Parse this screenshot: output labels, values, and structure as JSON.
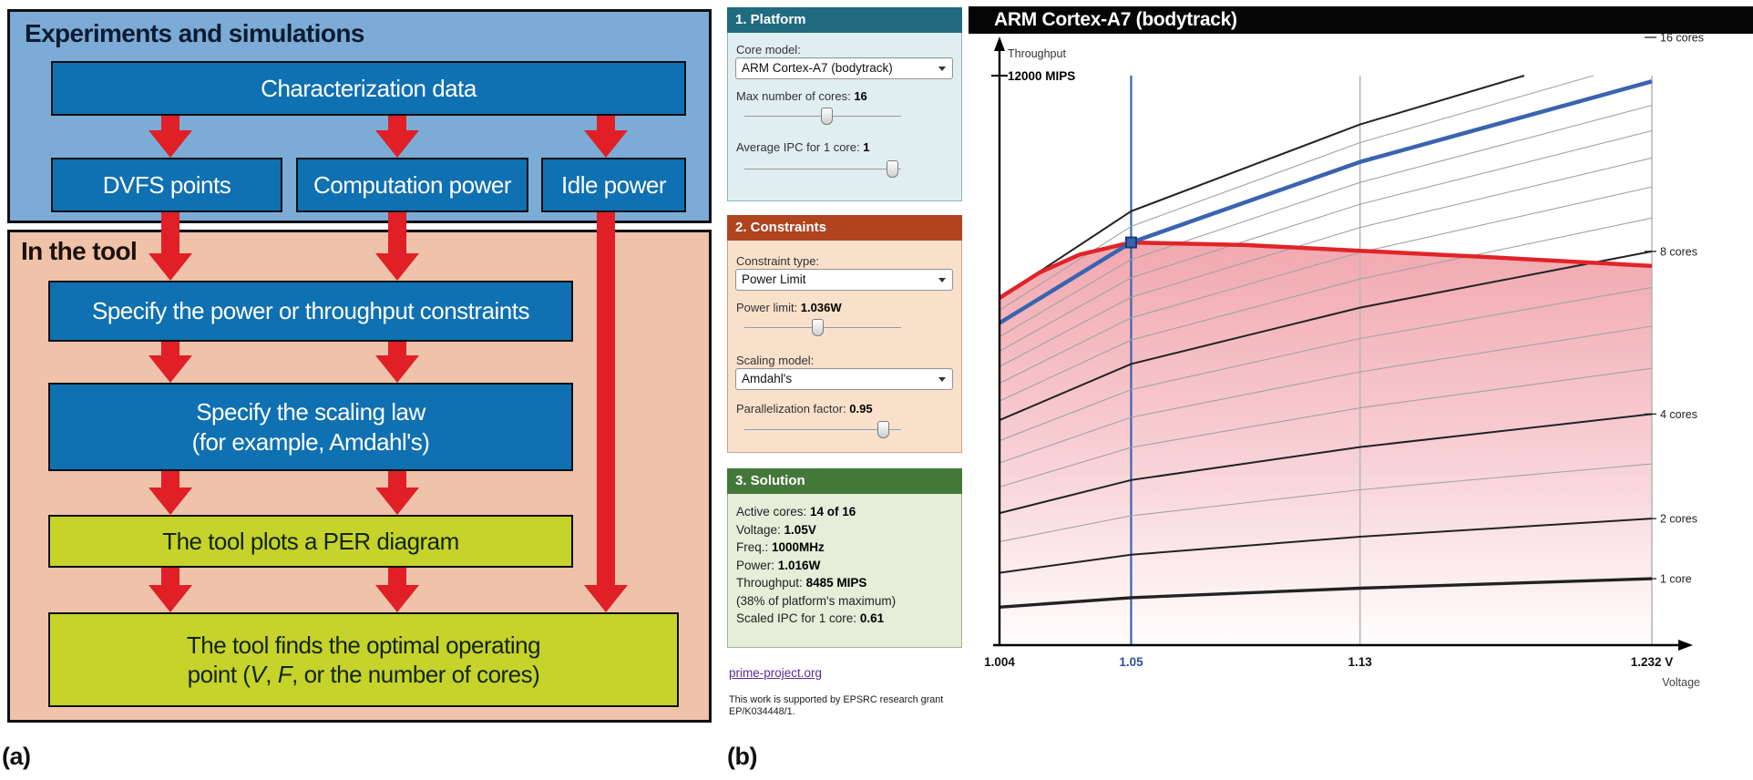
{
  "figure": {
    "label_a": "(a)",
    "label_b": "(b)"
  },
  "flowchart": {
    "experiments_title": "Experiments and simulations",
    "characterization_box": "Characterization data",
    "row_boxes": [
      "DVFS points",
      "Computation power",
      "Idle power"
    ],
    "tool_title": "In the tool",
    "constraints_box": "Specify the power or throughput constraints",
    "scaling_box_line1": "Specify the scaling law",
    "scaling_box_line2": "(for example, Amdahl's)",
    "per_box": "The tool plots a PER diagram",
    "optimal_box_line1": "The tool finds the optimal operating",
    "optimal_line2": {
      "a": "point (",
      "b": "V",
      "c": ", ",
      "d": "F",
      "e": ", or the number of cores)"
    }
  },
  "platform_panel": {
    "title": "1. Platform",
    "core_model_label": "Core model:",
    "core_model_value": "ARM Cortex-A7 (bodytrack)",
    "max_cores_label": "Max number of cores: ",
    "max_cores_value": "16",
    "ipc_label": "Average IPC for 1 core: ",
    "ipc_value": "1"
  },
  "constraints_panel": {
    "title": "2. Constraints",
    "constraint_type_label": "Constraint type:",
    "constraint_type_value": "Power Limit",
    "power_limit_label": "Power limit: ",
    "power_limit_value": "1.036W",
    "scaling_model_label": "Scaling model:",
    "scaling_model_value": "Amdahl's",
    "parallelization_label": "Parallelization factor: ",
    "parallelization_value": "0.95"
  },
  "solution_panel": {
    "title": "3. Solution",
    "lines": [
      {
        "label": "Active cores: ",
        "value": "14 of 16"
      },
      {
        "label": "Voltage: ",
        "value": "1.05V"
      },
      {
        "label": "Freq.: ",
        "value": "1000MHz"
      },
      {
        "label": "Power: ",
        "value": "1.016W"
      },
      {
        "label": "Throughput: ",
        "value": "8485 MIPS"
      },
      {
        "label": "(38% of platform's maximum)",
        "value": ""
      },
      {
        "label": "Scaled IPC for 1 core: ",
        "value": "0.61"
      }
    ]
  },
  "footer": {
    "link": "prime-project.org",
    "grant_line1": "This work is supported by EPSRC research grant",
    "grant_line2": "EP/K034448/1."
  },
  "chart_data": {
    "type": "line",
    "title": "ARM Cortex-A7 (bodytrack)",
    "ylabel": "Throughput",
    "y_top_tick_label": "12000 MIPS",
    "xlabel": "Voltage",
    "xlim": [
      1.004,
      1.232
    ],
    "ymax_mips": 12000,
    "voltages": [
      1.004,
      1.05,
      1.13,
      1.232
    ],
    "one_core_mips": [
      800,
      1000,
      1200,
      1400
    ],
    "parallelization_factor": 0.95,
    "core_counts": [
      1,
      2,
      3,
      4,
      5,
      6,
      7,
      8,
      9,
      10,
      11,
      12,
      13,
      14,
      15,
      16
    ],
    "dark_cores": [
      1,
      2,
      4,
      8,
      16
    ],
    "core_labels": [
      {
        "n": 16,
        "label": "16 cores"
      },
      {
        "n": 8,
        "label": "8 cores"
      },
      {
        "n": 4,
        "label": "4 cores"
      },
      {
        "n": 2,
        "label": "2 cores"
      },
      {
        "n": 1,
        "label": "1 core"
      }
    ],
    "highlight_cores": 14,
    "selected_voltage": 1.05,
    "gridline_voltages": [
      1.13,
      1.232
    ],
    "operating_point": {
      "voltage": 1.05,
      "throughput_mips": 8485
    },
    "red_envelope": [
      [
        1.004,
        7315
      ],
      [
        1.018,
        7850
      ],
      [
        1.032,
        8230
      ],
      [
        1.05,
        8485
      ],
      [
        1.09,
        8430
      ],
      [
        1.13,
        8310
      ],
      [
        1.18,
        8160
      ],
      [
        1.232,
        7990
      ]
    ],
    "x_ticks": [
      {
        "v": 1.004,
        "label": "1.004",
        "color": "#111111"
      },
      {
        "v": 1.05,
        "label": "1.05",
        "color": "#2b50a0"
      },
      {
        "v": 1.13,
        "label": "1.13",
        "color": "#111111"
      },
      {
        "v": 1.232,
        "label": "1.232 V",
        "color": "#111111"
      }
    ],
    "colors": {
      "highlight": "#3a63b0",
      "envelope": "#e02428",
      "dark_curve": "#222222",
      "light_curve": "#a2a2a2",
      "selected_line": "#3a63b0",
      "grid": "#b8b8b8",
      "fill_top": "#f1a8af",
      "fill_mid": "#f7cdd2",
      "fill_bottom": "#fffdfd"
    }
  }
}
